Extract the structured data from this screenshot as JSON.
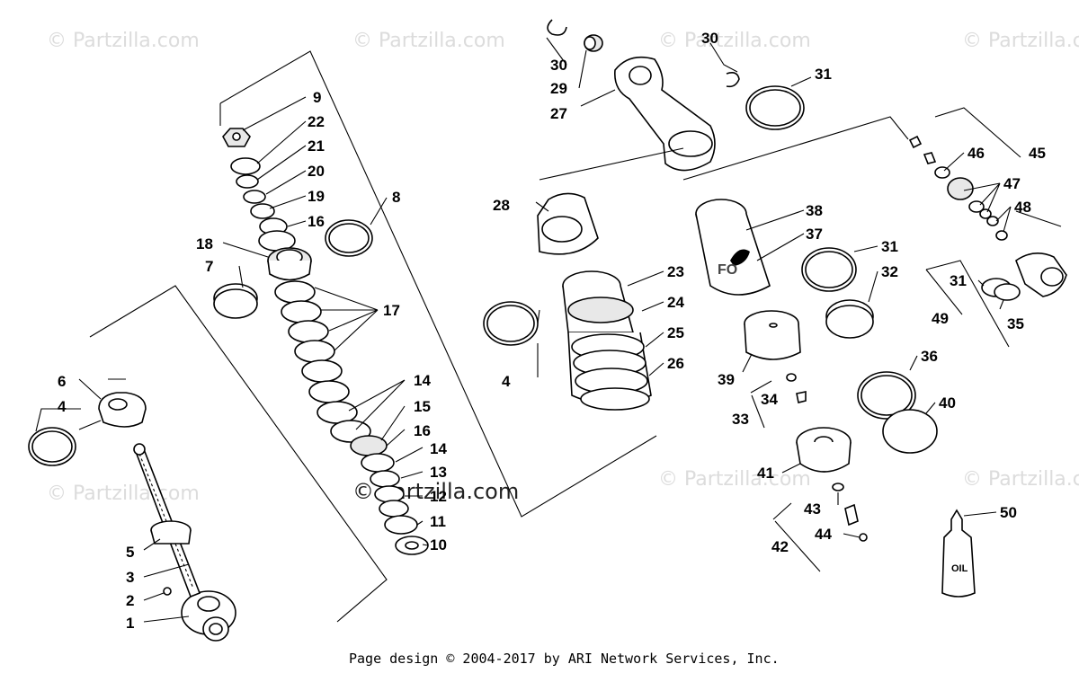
{
  "watermark": "© Partzilla.com",
  "footer": "Page design © 2004-2017 by ARI Network Services, Inc.",
  "oil_label": "OIL",
  "callouts": {
    "c1": "1",
    "c2": "2",
    "c3": "3",
    "c4a": "4",
    "c4b": "4",
    "c5": "5",
    "c6": "6",
    "c7": "7",
    "c8": "8",
    "c9": "9",
    "c10": "10",
    "c11": "11",
    "c12": "12",
    "c13": "13",
    "c14a": "14",
    "c14b": "14",
    "c15": "15",
    "c16a": "16",
    "c16b": "16",
    "c17": "17",
    "c18": "18",
    "c19": "19",
    "c20": "20",
    "c21": "21",
    "c22": "22",
    "c23": "23",
    "c24": "24",
    "c25": "25",
    "c26": "26",
    "c27": "27",
    "c28": "28",
    "c29": "29",
    "c30a": "30",
    "c30b": "30",
    "c31a": "31",
    "c31b": "31",
    "c31c": "31",
    "c32": "32",
    "c33": "33",
    "c34": "34",
    "c35": "35",
    "c36": "36",
    "c37": "37",
    "c38": "38",
    "c39": "39",
    "c40": "40",
    "c41": "41",
    "c42": "42",
    "c43": "43",
    "c44": "44",
    "c45": "45",
    "c46": "46",
    "c47": "47",
    "c48": "48",
    "c49": "49",
    "c50": "50"
  }
}
